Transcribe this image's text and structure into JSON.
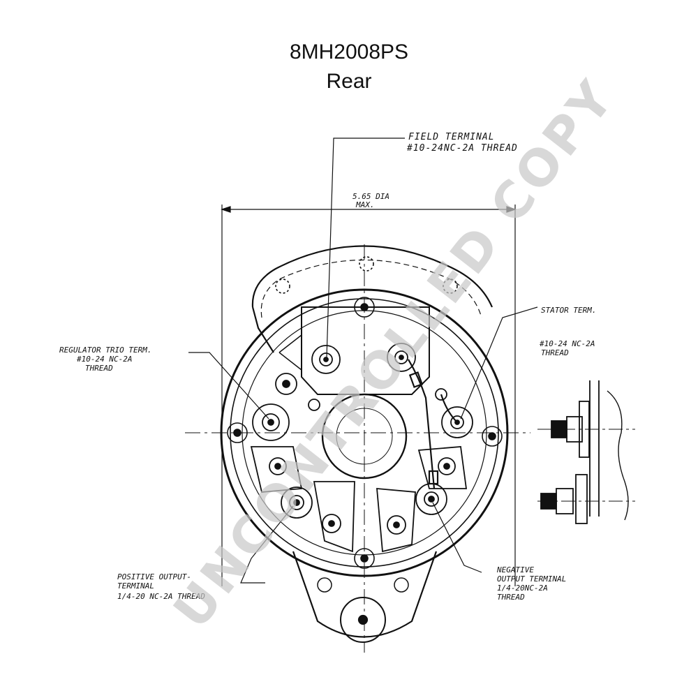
{
  "title": {
    "part_number": "8MH2008PS",
    "view": "Rear"
  },
  "labels": {
    "field_terminal": [
      "FIELD TERMINAL",
      "#10-24NC-2A THREAD"
    ],
    "dimension": [
      "5.65 DIA",
      "MAX."
    ],
    "regulator_trio_terminal": [
      "REGULATOR TRIO TERM.",
      "#10-24 NC-2A",
      "THREAD"
    ],
    "stator_terminal": [
      "STATOR TERM.",
      "#10-24 NC-2A",
      "THREAD"
    ],
    "positive_output_terminal": [
      "POSITIVE OUTPUT-",
      "TERMINAL",
      "1/4-20 NC-2A THREAD"
    ],
    "negative_output_terminal": [
      "NEGATIVE",
      "OUTPUT TERMINAL",
      "1/4-20NC-2A",
      "THREAD"
    ]
  },
  "watermark": "UNCONTROLLED COPY"
}
